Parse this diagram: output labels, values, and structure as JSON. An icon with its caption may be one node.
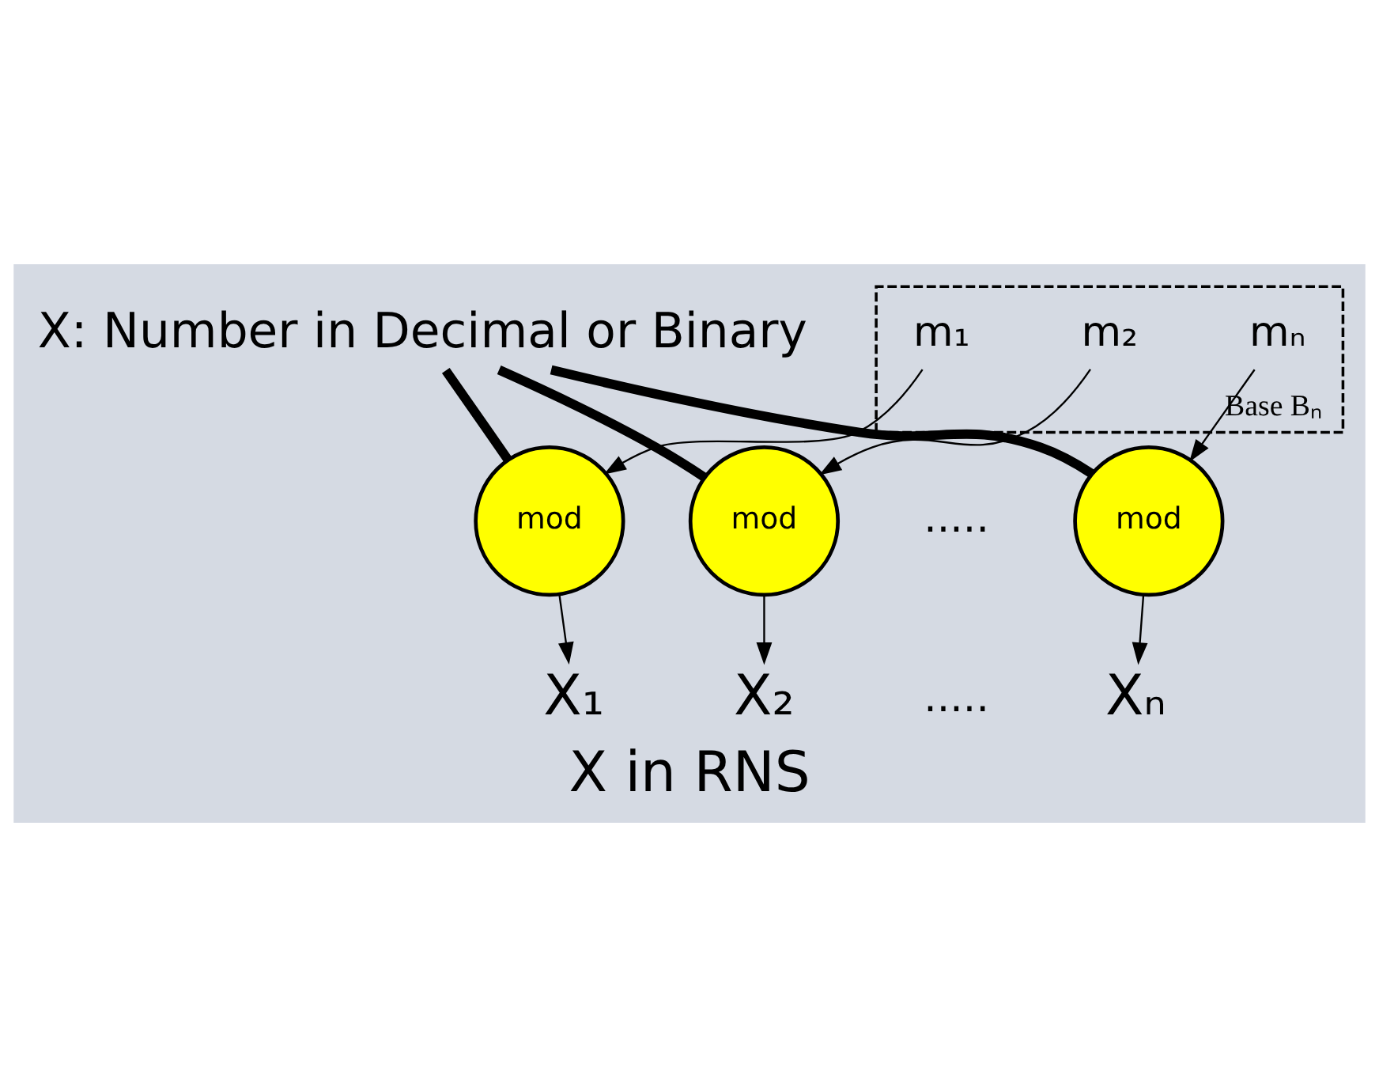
{
  "diagram": {
    "caption": "X in RNS",
    "nodes": [
      {
        "text": [
          "X: Number in Decimal or Binary"
        ]
      },
      {
        "text": [
          "Base Bₙ"
        ]
      },
      {
        "text": [
          "m₁"
        ],
        "in": 1
      },
      {
        "text": [
          "m₂"
        ],
        "in": 1
      },
      {
        "text": [
          "mₙ"
        ],
        "in": 1
      },
      {
        "text": [
          "mod"
        ]
      },
      {
        "text": [
          "mod"
        ]
      },
      {
        "text": [
          "mod"
        ]
      },
      {
        "text": [
          "X₁"
        ]
      },
      {
        "text": [
          "X₂"
        ]
      },
      {
        "text": [
          "Xₙ"
        ]
      }
    ],
    "edges": [
      {
        "from": 0,
        "to": 5,
        "arrow": "none",
        "style": "thick"
      },
      {
        "from": 0,
        "to": 6,
        "arrow": "none",
        "style": "thick"
      },
      {
        "from": 0,
        "to": 7,
        "arrow": "none",
        "style": "thick"
      },
      {
        "from": 2,
        "to": 5,
        "arrow": "to"
      },
      {
        "from": 3,
        "to": 6,
        "arrow": "to"
      },
      {
        "from": 4,
        "to": 7,
        "arrow": "to"
      },
      {
        "from": 5,
        "to": 8,
        "arrow": "to"
      },
      {
        "from": 6,
        "to": 9,
        "arrow": "to"
      },
      {
        "from": 7,
        "to": 10,
        "arrow": "to"
      }
    ],
    "labels": [
      ".....",
      "....."
    ]
  }
}
